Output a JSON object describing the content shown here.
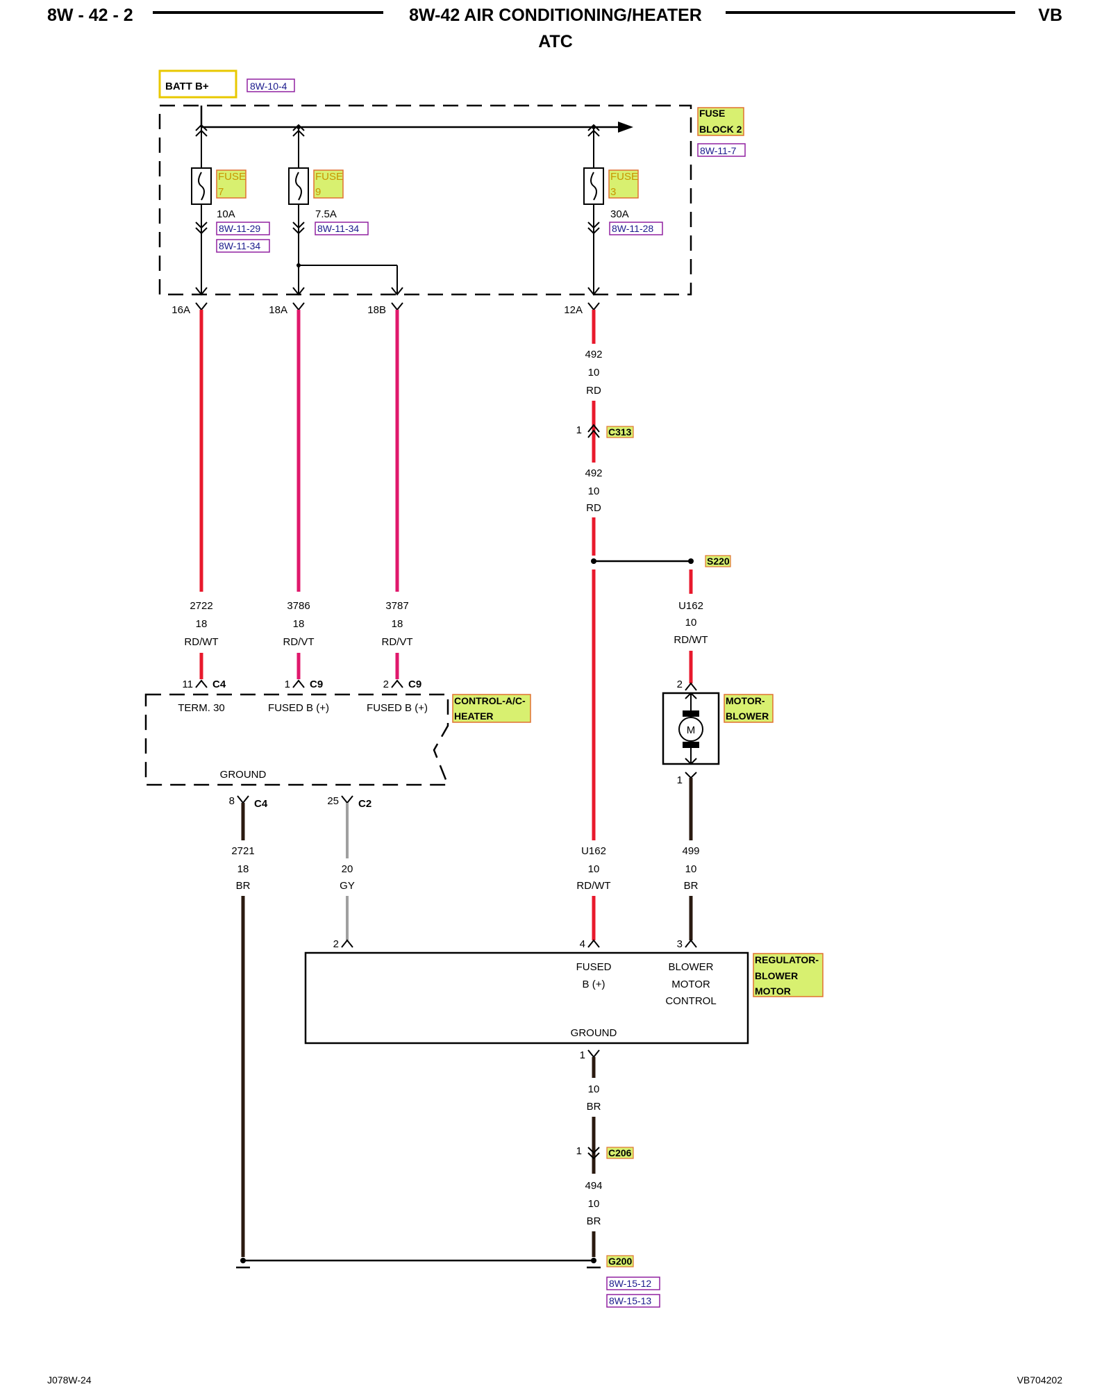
{
  "header": {
    "page": "8W - 42 - 2",
    "title": "8W-42 AIR CONDITIONING/HEATER",
    "code": "VB",
    "subtitle": "ATC"
  },
  "footer": {
    "left": "J078W-24",
    "right": "VB704202"
  },
  "colors": {
    "red_wire": "#e8192c",
    "pink_wire": "#e0186c",
    "brown_wire": "#2a1a10",
    "gray_wire": "#a0a0a0",
    "highlight": "#d8f070",
    "highlight_border": "#e07030",
    "ref_border": "#9020a0",
    "batt_border": "#e8c800"
  },
  "source": {
    "label": "BATT B+",
    "ref": "8W-10-4"
  },
  "fuse_block": {
    "name_line1": "FUSE",
    "name_line2": "BLOCK 2",
    "ref": "8W-11-7"
  },
  "fuses": [
    {
      "name": "FUSE",
      "num": "7",
      "rating": "10A",
      "refs": [
        "8W-11-29",
        "8W-11-34"
      ],
      "out": "16A"
    },
    {
      "name": "FUSE",
      "num": "9",
      "rating": "7.5A",
      "refs": [
        "8W-11-34"
      ],
      "out": "18A"
    },
    {
      "name": "FUSE",
      "num": "3",
      "rating": "30A",
      "refs": [
        "8W-11-28"
      ],
      "out": "12A"
    }
  ],
  "extra_out": "18B",
  "wires": {
    "w2722": {
      "circuit": "2722",
      "gauge": "18",
      "color": "RD/WT"
    },
    "w3786": {
      "circuit": "3786",
      "gauge": "18",
      "color": "RD/VT"
    },
    "w3787": {
      "circuit": "3787",
      "gauge": "18",
      "color": "RD/VT"
    },
    "w492a": {
      "circuit": "492",
      "gauge": "10",
      "color": "RD"
    },
    "w492b": {
      "circuit": "492",
      "gauge": "10",
      "color": "RD"
    },
    "wU162a": {
      "circuit": "U162",
      "gauge": "10",
      "color": "RD/WT"
    },
    "wU162b": {
      "circuit": "U162",
      "gauge": "10",
      "color": "RD/WT"
    },
    "w2721": {
      "circuit": "2721",
      "gauge": "18",
      "color": "BR"
    },
    "wGY": {
      "gauge": "20",
      "color": "GY"
    },
    "w499": {
      "circuit": "499",
      "gauge": "10",
      "color": "BR"
    },
    "wReg": {
      "gauge": "10",
      "color": "BR"
    },
    "w494": {
      "circuit": "494",
      "gauge": "10",
      "color": "BR"
    }
  },
  "connectors": {
    "c313": {
      "pin": "1",
      "name": "C313"
    },
    "s220": {
      "name": "S220"
    },
    "ctrl_c4_in": {
      "pin": "11",
      "name": "C4"
    },
    "ctrl_c9_a": {
      "pin": "1",
      "name": "C9"
    },
    "ctrl_c9_b": {
      "pin": "2",
      "name": "C9"
    },
    "ctrl_c4_out": {
      "pin": "8",
      "name": "C4"
    },
    "ctrl_c2_out": {
      "pin": "25",
      "name": "C2"
    },
    "motor_in": {
      "pin": "2"
    },
    "motor_out": {
      "pin": "1"
    },
    "reg_p2": {
      "pin": "2"
    },
    "reg_p4": {
      "pin": "4"
    },
    "reg_p3": {
      "pin": "3"
    },
    "reg_p1": {
      "pin": "1"
    },
    "c206": {
      "pin": "1",
      "name": "C206"
    },
    "g200": {
      "name": "G200",
      "refs": [
        "8W-15-12",
        "8W-15-13"
      ]
    }
  },
  "control_module": {
    "name_line1": "CONTROL-A/C-",
    "name_line2": "HEATER",
    "pin_term30": "TERM. 30",
    "pin_fused1": "FUSED B (+)",
    "pin_fused2": "FUSED B (+)",
    "ground": "GROUND"
  },
  "motor": {
    "name_line1": "MOTOR-",
    "name_line2": "BLOWER",
    "symbol": "M"
  },
  "regulator": {
    "name_line1": "REGULATOR-",
    "name_line2": "BLOWER",
    "name_line3": "MOTOR",
    "fused_line1": "FUSED",
    "fused_line2": "B (+)",
    "ctrl_line1": "BLOWER",
    "ctrl_line2": "MOTOR",
    "ctrl_line3": "CONTROL",
    "ground": "GROUND"
  }
}
